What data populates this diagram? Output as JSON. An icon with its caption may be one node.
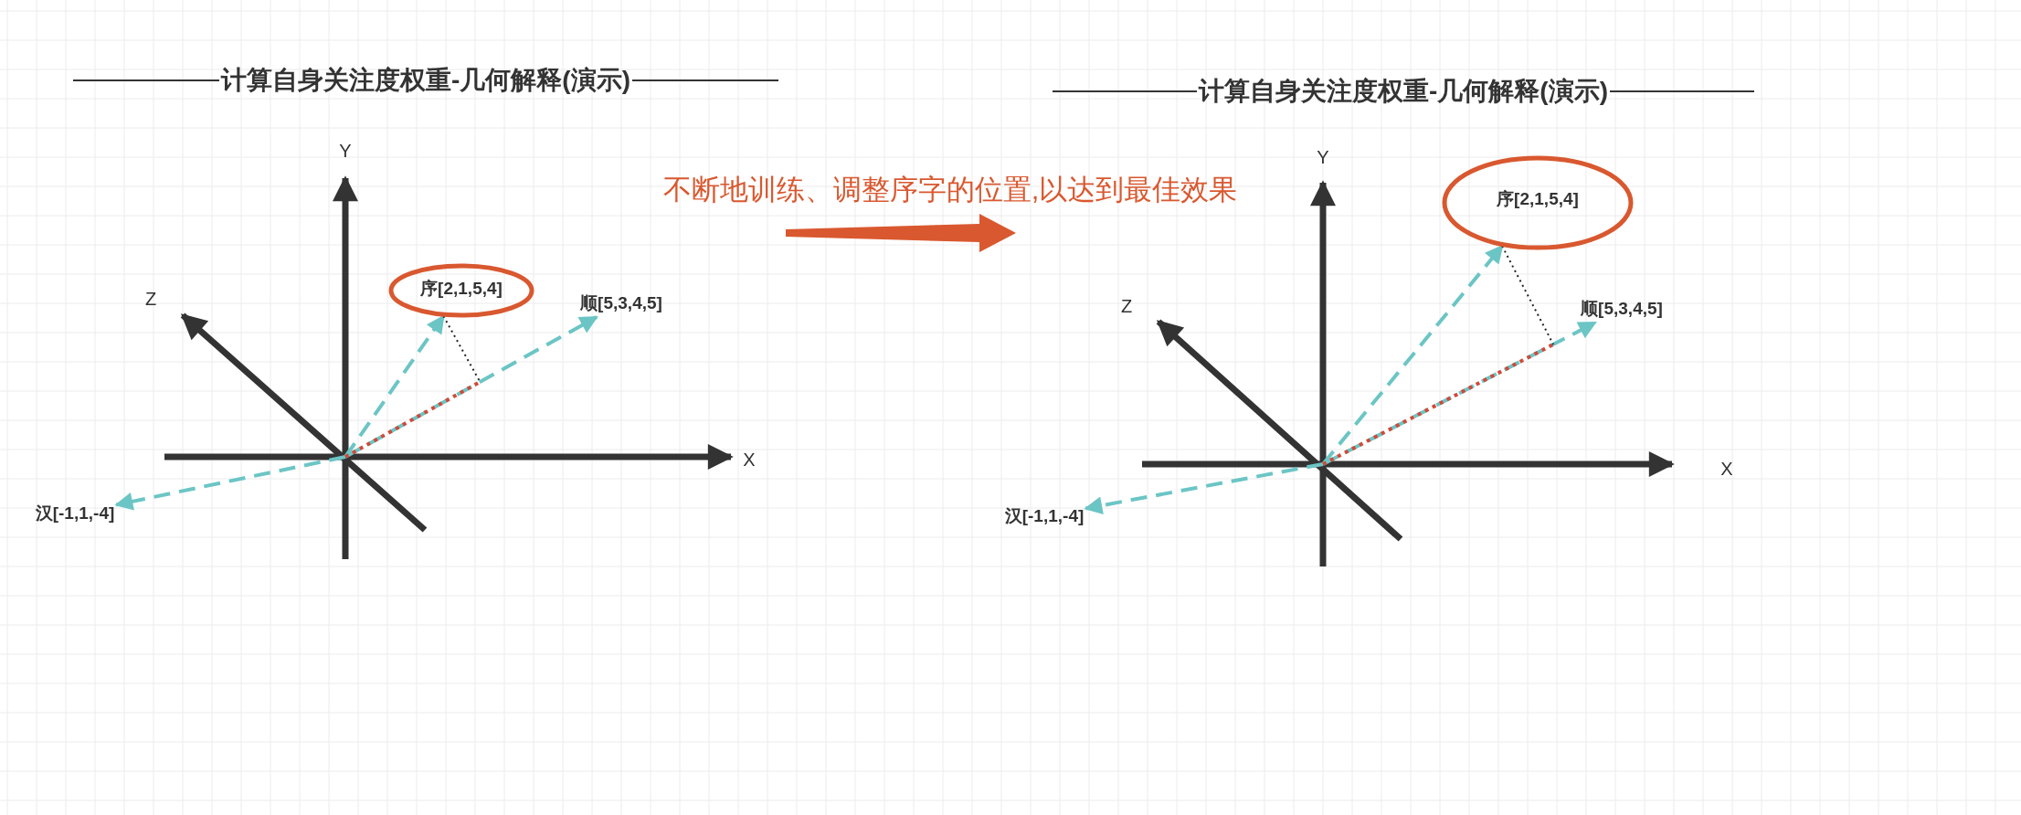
{
  "diagram": {
    "nodes": [
      {
        "text": [
          "序[2,1,5,4]"
        ]
      },
      {
        "text": [
          "顺[5,3,4,5]"
        ]
      },
      {
        "text": [
          "汉[-1,1,-4]"
        ]
      },
      {
        "text": [
          "序[2,1,5,4]"
        ]
      },
      {
        "text": [
          "顺[5,3,4,5]"
        ]
      },
      {
        "text": [
          "汉[-1,1,-4]"
        ]
      }
    ],
    "edges": [
      {
        "from": null,
        "to": 0,
        "arrow": "to",
        "style": "dashed"
      },
      {
        "from": null,
        "to": 1,
        "arrow": "to",
        "style": "dashed"
      },
      {
        "from": null,
        "to": 2,
        "arrow": "to",
        "style": "dashed"
      },
      {
        "from": null,
        "to": 3,
        "arrow": "to",
        "style": "dashed"
      },
      {
        "from": null,
        "to": 4,
        "arrow": "to",
        "style": "dashed"
      },
      {
        "from": null,
        "to": 5,
        "arrow": "to",
        "style": "dashed"
      }
    ],
    "labels": [
      "计算自身关注度权重-几何解释(演示)",
      "Y",
      "Z",
      "X",
      "不断地训练、调整序字的位置,以达到最佳效果",
      "计算自身关注度权重-几何解释(演示)",
      "Y",
      "Z",
      "X"
    ]
  }
}
